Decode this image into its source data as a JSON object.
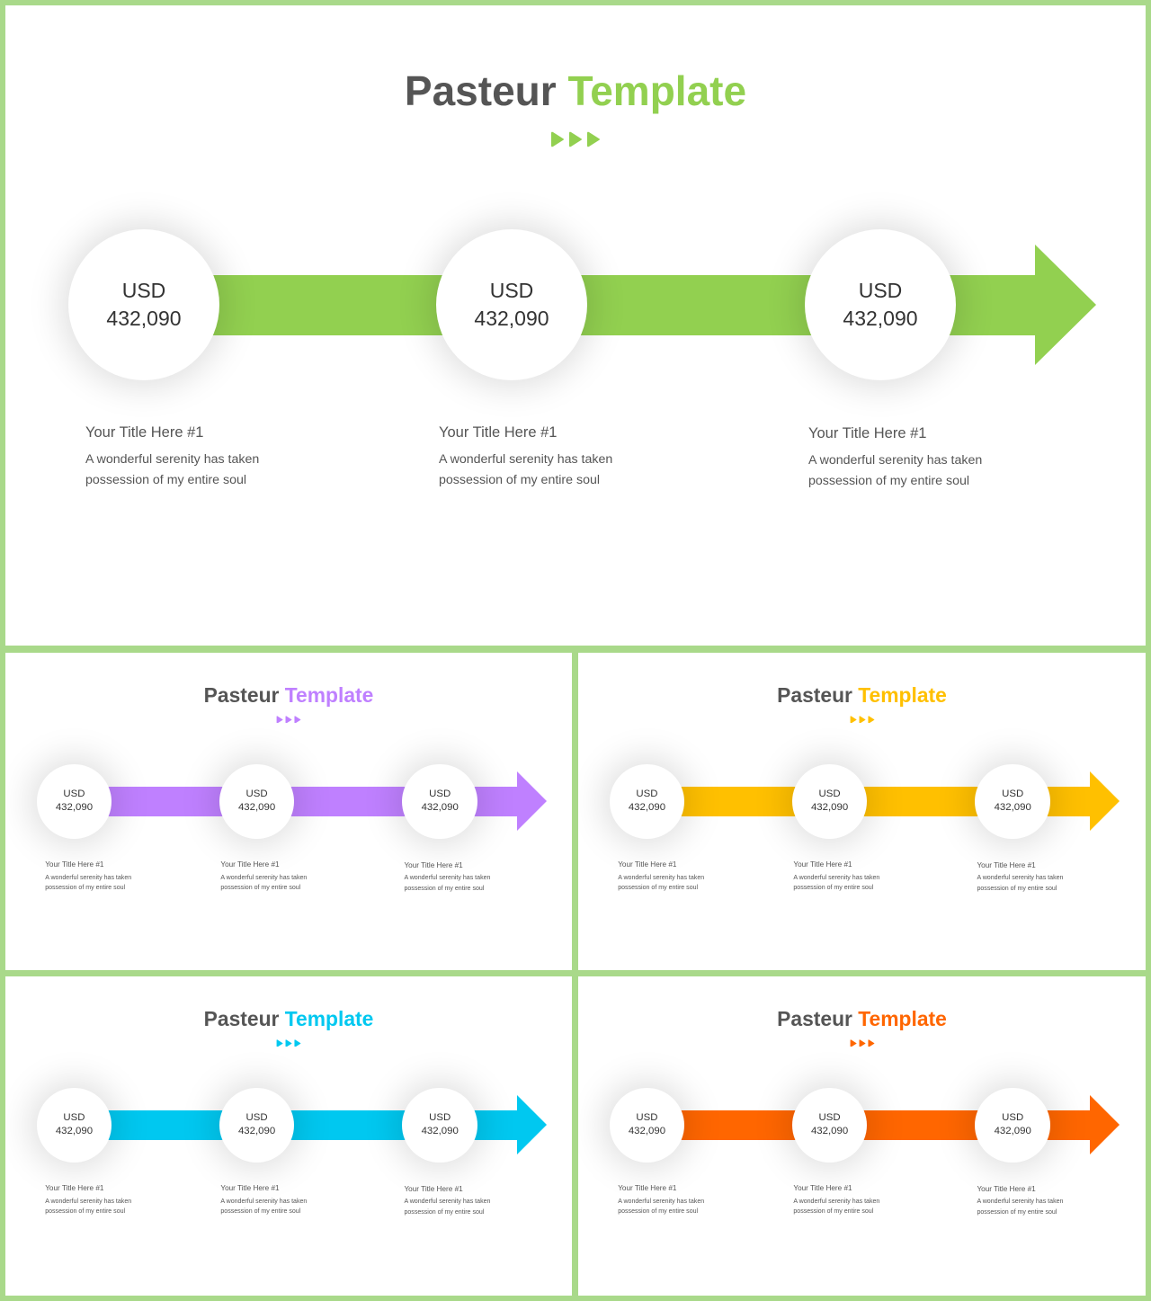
{
  "slides": [
    {
      "title_part1": "Pasteur",
      "title_part2": "Template",
      "accent": "#92d050",
      "stages": [
        {
          "currency": "USD",
          "amount": "432,090",
          "title": "Your Title Here #1",
          "body": "A wonderful  serenity has taken possession of my entire soul"
        },
        {
          "currency": "USD",
          "amount": "432,090",
          "title": "Your Title Here #1",
          "body": "A wonderful  serenity has taken possession of my entire soul"
        },
        {
          "currency": "USD",
          "amount": "432,090",
          "title": "Your Title Here #1",
          "body": "A wonderful  serenity has taken possession of my entire soul"
        }
      ]
    },
    {
      "title_part1": "Pasteur",
      "title_part2": "Template",
      "accent": "#bf80ff",
      "stages": [
        {
          "currency": "USD",
          "amount": "432,090",
          "title": "Your Title Here #1",
          "body": "A wonderful  serenity has taken possession of my entire soul"
        },
        {
          "currency": "USD",
          "amount": "432,090",
          "title": "Your Title Here #1",
          "body": "A wonderful  serenity has taken possession of my entire soul"
        },
        {
          "currency": "USD",
          "amount": "432,090",
          "title": "Your Title Here #1",
          "body": "A wonderful  serenity has taken possession of my entire soul"
        }
      ]
    },
    {
      "title_part1": "Pasteur",
      "title_part2": "Template",
      "accent": "#ffc000",
      "stages": [
        {
          "currency": "USD",
          "amount": "432,090",
          "title": "Your Title Here #1",
          "body": "A wonderful  serenity has taken possession of my entire soul"
        },
        {
          "currency": "USD",
          "amount": "432,090",
          "title": "Your Title Here #1",
          "body": "A wonderful  serenity has taken possession of my entire soul"
        },
        {
          "currency": "USD",
          "amount": "432,090",
          "title": "Your Title Here #1",
          "body": "A wonderful  serenity has taken possession of my entire soul"
        }
      ]
    },
    {
      "title_part1": "Pasteur",
      "title_part2": "Template",
      "accent": "#00c8f0",
      "stages": [
        {
          "currency": "USD",
          "amount": "432,090",
          "title": "Your Title Here #1",
          "body": "A wonderful  serenity has taken possession of my entire soul"
        },
        {
          "currency": "USD",
          "amount": "432,090",
          "title": "Your Title Here #1",
          "body": "A wonderful  serenity has taken possession of my entire soul"
        },
        {
          "currency": "USD",
          "amount": "432,090",
          "title": "Your Title Here #1",
          "body": "A wonderful  serenity has taken possession of my entire soul"
        }
      ]
    },
    {
      "title_part1": "Pasteur",
      "title_part2": "Template",
      "accent": "#ff6600",
      "stages": [
        {
          "currency": "USD",
          "amount": "432,090",
          "title": "Your Title Here #1",
          "body": "A wonderful  serenity has taken possession of my entire soul"
        },
        {
          "currency": "USD",
          "amount": "432,090",
          "title": "Your Title Here #1",
          "body": "A wonderful  serenity has taken possession of my entire soul"
        },
        {
          "currency": "USD",
          "amount": "432,090",
          "title": "Your Title Here #1",
          "body": "A wonderful  serenity has taken possession of my entire soul"
        }
      ]
    }
  ]
}
